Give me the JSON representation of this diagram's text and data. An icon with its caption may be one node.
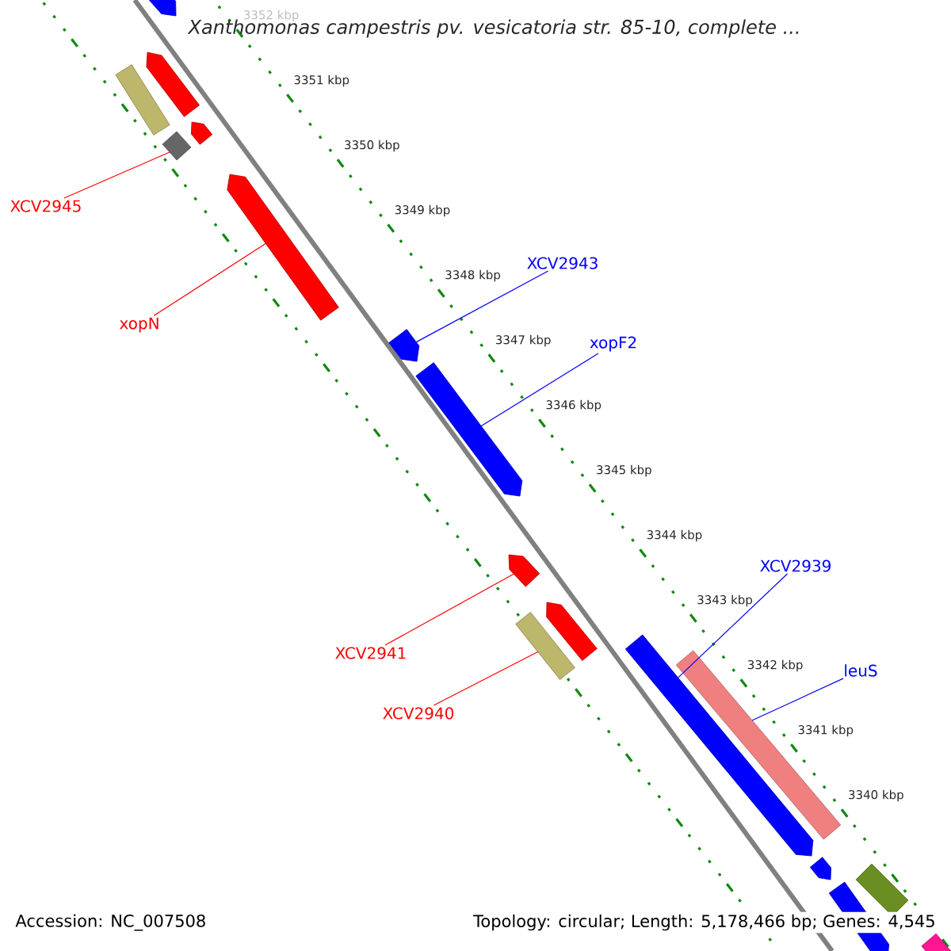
{
  "diagram": {
    "title": "Xanthomonas campestris pv. vesicatoria str. 85-10, complete ...",
    "nodes": [
      {
        "text": [
          "XCV2945"
        ]
      },
      {
        "text": [],
        "shape": "bar"
      },
      {
        "text": [
          "xopN"
        ]
      },
      {
        "text": [],
        "shape": "bar"
      },
      {
        "text": [
          "XCV2943"
        ]
      },
      {
        "text": [],
        "shape": "bar"
      },
      {
        "text": [
          "xopF2"
        ]
      },
      {
        "text": [],
        "shape": "bar"
      },
      {
        "text": [
          "XCV2939"
        ]
      },
      {
        "text": [],
        "shape": "bar"
      },
      {
        "text": [
          "XCV2941"
        ]
      },
      {
        "text": [],
        "shape": "bar"
      },
      {
        "text": [
          "leuS"
        ]
      },
      {
        "text": [],
        "shape": "bar"
      },
      {
        "text": [
          "XCV2940"
        ]
      },
      {
        "text": [],
        "shape": "bar"
      },
      {
        "text": [],
        "shape": "bar"
      },
      {
        "text": [],
        "shape": "bar"
      },
      {
        "text": [],
        "shape": "bar"
      },
      {
        "text": [],
        "shape": "bar"
      },
      {
        "text": [],
        "shape": "bar"
      },
      {
        "text": [],
        "shape": "bar"
      },
      {
        "text": [],
        "shape": "bar"
      },
      {
        "text": [],
        "shape": "bar"
      },
      {
        "text": [],
        "shape": "bar"
      }
    ],
    "edges": [
      {
        "from": 0,
        "to": 1,
        "arrow": "none",
        "color": "#ff0000"
      },
      {
        "from": 2,
        "to": 3,
        "arrow": "none",
        "color": "#ff0000"
      },
      {
        "from": 4,
        "to": 5,
        "arrow": "none",
        "color": "#0000ff"
      },
      {
        "from": 6,
        "to": 7,
        "arrow": "none",
        "color": "#0000ff"
      },
      {
        "from": 8,
        "to": 9,
        "arrow": "none",
        "color": "#0000ff"
      },
      {
        "from": 10,
        "to": 11,
        "arrow": "none",
        "color": "#ff0000"
      },
      {
        "from": 12,
        "to": 13,
        "arrow": "none",
        "color": "#0000ff"
      },
      {
        "from": 14,
        "to": 15,
        "arrow": "none",
        "color": "#ff0000"
      }
    ],
    "labels": [
      "3352 kbp",
      "3351 kbp",
      "3350 kbp",
      "3349 kbp",
      "3348 kbp",
      "3347 kbp",
      "3346 kbp",
      "3345 kbp",
      "3344 kbp",
      "3343 kbp",
      "3342 kbp",
      "3341 kbp",
      "3340 kbp",
      "Accession: NC_007508",
      "Topology: circular; Length: 5,178,466 bp; Genes: 4,545"
    ]
  }
}
